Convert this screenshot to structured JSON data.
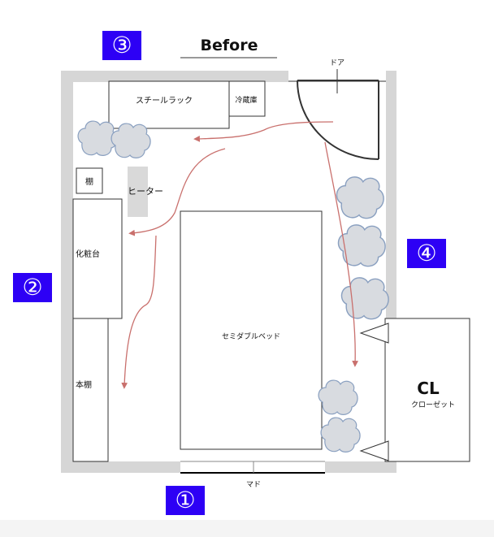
{
  "title": "Before",
  "markers": {
    "m1": "①",
    "m2": "②",
    "m3": "③",
    "m4": "④"
  },
  "labels": {
    "door": "ドア",
    "window": "マド",
    "steel_rack": "スチールラック",
    "fridge": "冷蔵庫",
    "shelf": "棚",
    "heater": "ヒーター",
    "dresser": "化粧台",
    "bookshelf": "本棚",
    "bed": "セミダブルベッド",
    "closet_code": "CL",
    "closet": "クローゼット"
  },
  "colors": {
    "marker": "#2d00f5",
    "wall": "#d6d6d6",
    "arrow": "#c9706d",
    "clutter": "#d8dbe0",
    "heater": "#d9d9d9"
  }
}
